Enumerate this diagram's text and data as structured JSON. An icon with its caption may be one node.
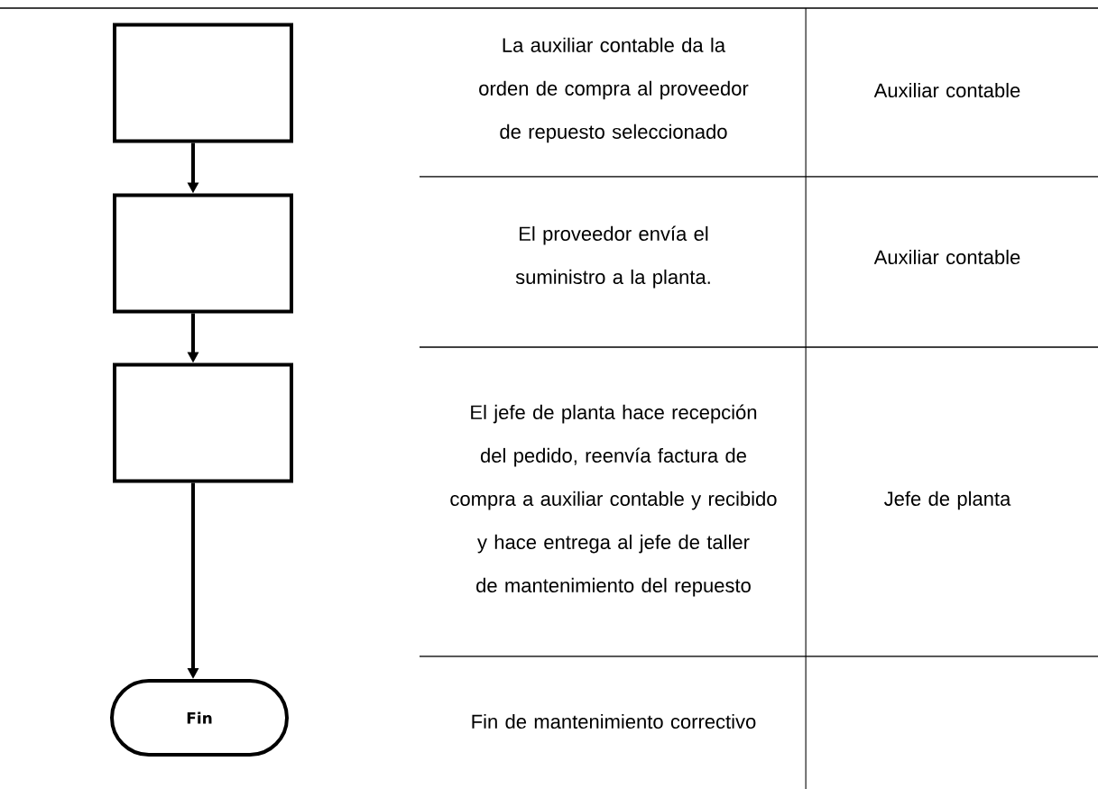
{
  "diagram": {
    "nodes": [
      {
        "text": [],
        "shape": "box"
      },
      {
        "text": [],
        "shape": "box"
      },
      {
        "text": [],
        "shape": "box"
      },
      {
        "text": [
          "Fin"
        ]
      }
    ],
    "edges": [
      {
        "from": 0,
        "to": 1,
        "arrow": "to"
      },
      {
        "from": 1,
        "to": 2,
        "arrow": "to"
      },
      {
        "from": 2,
        "to": 3,
        "arrow": "to"
      }
    ],
    "labels": [
      "La auxiliar contable da la orden de compra al proveedor de repuesto seleccionado",
      "Auxiliar contable",
      "El proveedor envía el suministro a la planta.",
      "Auxiliar contable",
      "El jefe de planta hace recepción del pedido, reenvía factura de compra a auxiliar contable y recibido y hace entrega al jefe de taller de mantenimiento del repuesto",
      "Jefe de planta",
      "Fin de mantenimiento correctivo"
    ]
  }
}
